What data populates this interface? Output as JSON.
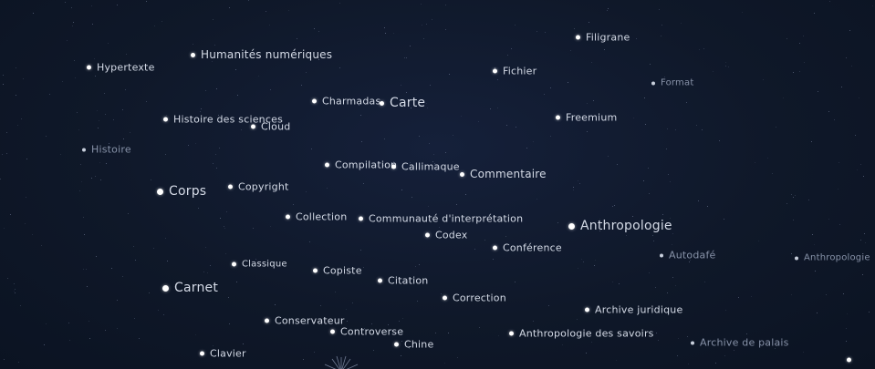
{
  "constellation": {
    "background_color": "#0f1726",
    "dot_color": "#ffffff",
    "label_color": "#d4dae6",
    "terms": {
      "filigrane": "Filigrane",
      "humanites_numeriques": "Humanités numériques",
      "hypertexte": "Hypertexte",
      "fichier": "Fichier",
      "format": "Format",
      "charmadas": "Charmadas",
      "carte": "Carte",
      "freemium": "Freemium",
      "histoire_des_sciences": "Histoire des sciences",
      "cloud": "Cloud",
      "histoire": "Histoire",
      "compilation": "Compilation",
      "callimaque": "Callimaque",
      "commentaire": "Commentaire",
      "corps": "Corps",
      "copyright": "Copyright",
      "collection": "Collection",
      "communaute": "Communauté d'interprétation",
      "anthropologie": "Anthropologie",
      "codex": "Codex",
      "conference": "Conférence",
      "autodafe": "Autodafé",
      "anthropologie_right": "Anthropologie",
      "classique": "Classique",
      "copiste": "Copiste",
      "citation": "Citation",
      "carnet": "Carnet",
      "correction": "Correction",
      "archive_juridique": "Archive juridique",
      "conservateur": "Conservateur",
      "controverse": "Controverse",
      "anthropologie_des_savoirs": "Anthropologie des savoirs",
      "archive_de_palais": "Archive de palais",
      "chine": "Chine",
      "clavier": "Clavier"
    }
  }
}
